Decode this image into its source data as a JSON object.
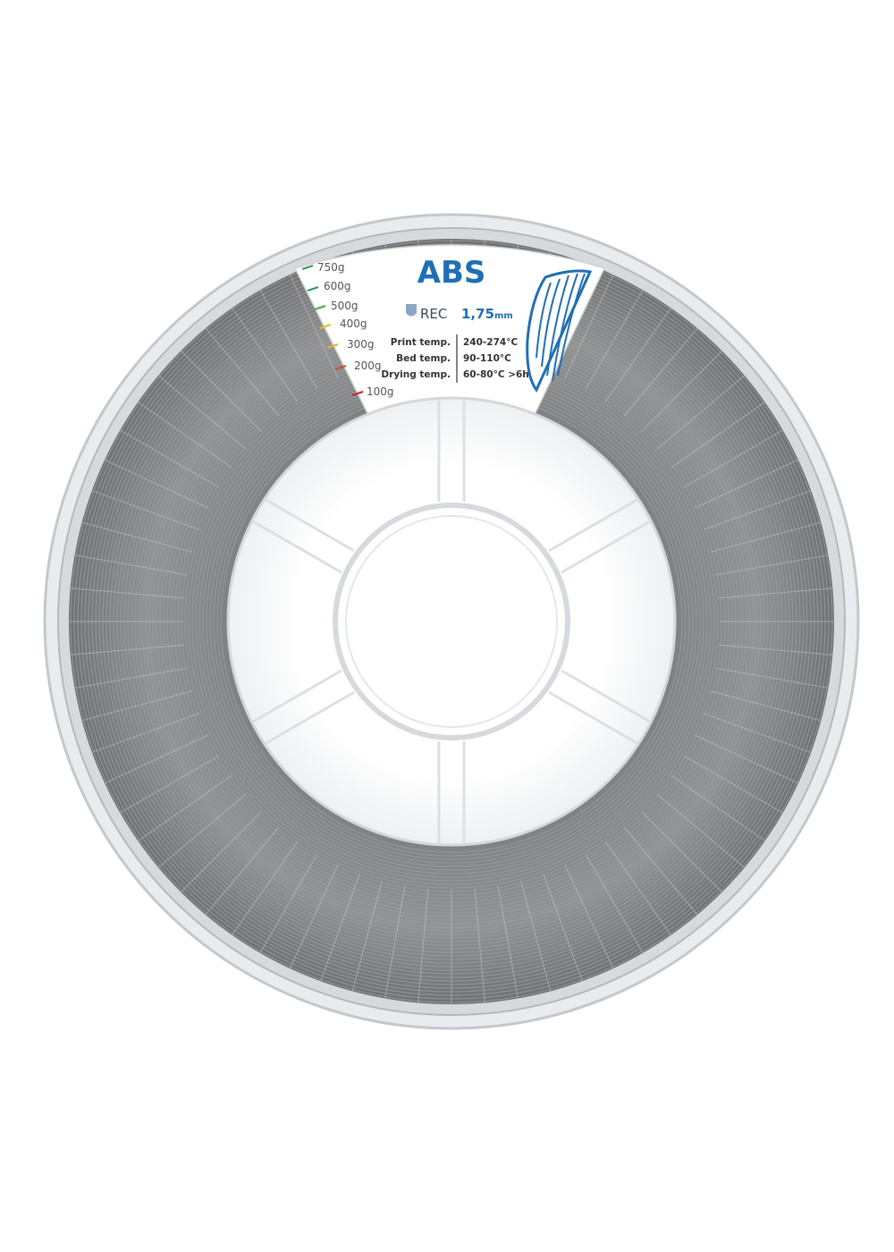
{
  "product": {
    "material": "ABS",
    "brand": "REC",
    "diameter_value": "1,75",
    "diameter_unit": "mm",
    "brand_color": "#1f6fb4",
    "filament_color": "#8a8c8e"
  },
  "weight_scale": [
    {
      "label": "750g",
      "color": "#2e9a5a"
    },
    {
      "label": "600g",
      "color": "#2e9a5a"
    },
    {
      "label": "500g",
      "color": "#3fae48"
    },
    {
      "label": "400g",
      "color": "#e4c21f"
    },
    {
      "label": "300g",
      "color": "#e4b41f"
    },
    {
      "label": "200g",
      "color": "#d64a2a"
    },
    {
      "label": "100g",
      "color": "#c82020"
    }
  ],
  "specs": [
    {
      "label": "Print temp.",
      "value": "240-274°C"
    },
    {
      "label": "Bed temp.",
      "value": "90-110°C"
    },
    {
      "label": "Drying temp.",
      "value": "60-80°C  >6h"
    }
  ]
}
